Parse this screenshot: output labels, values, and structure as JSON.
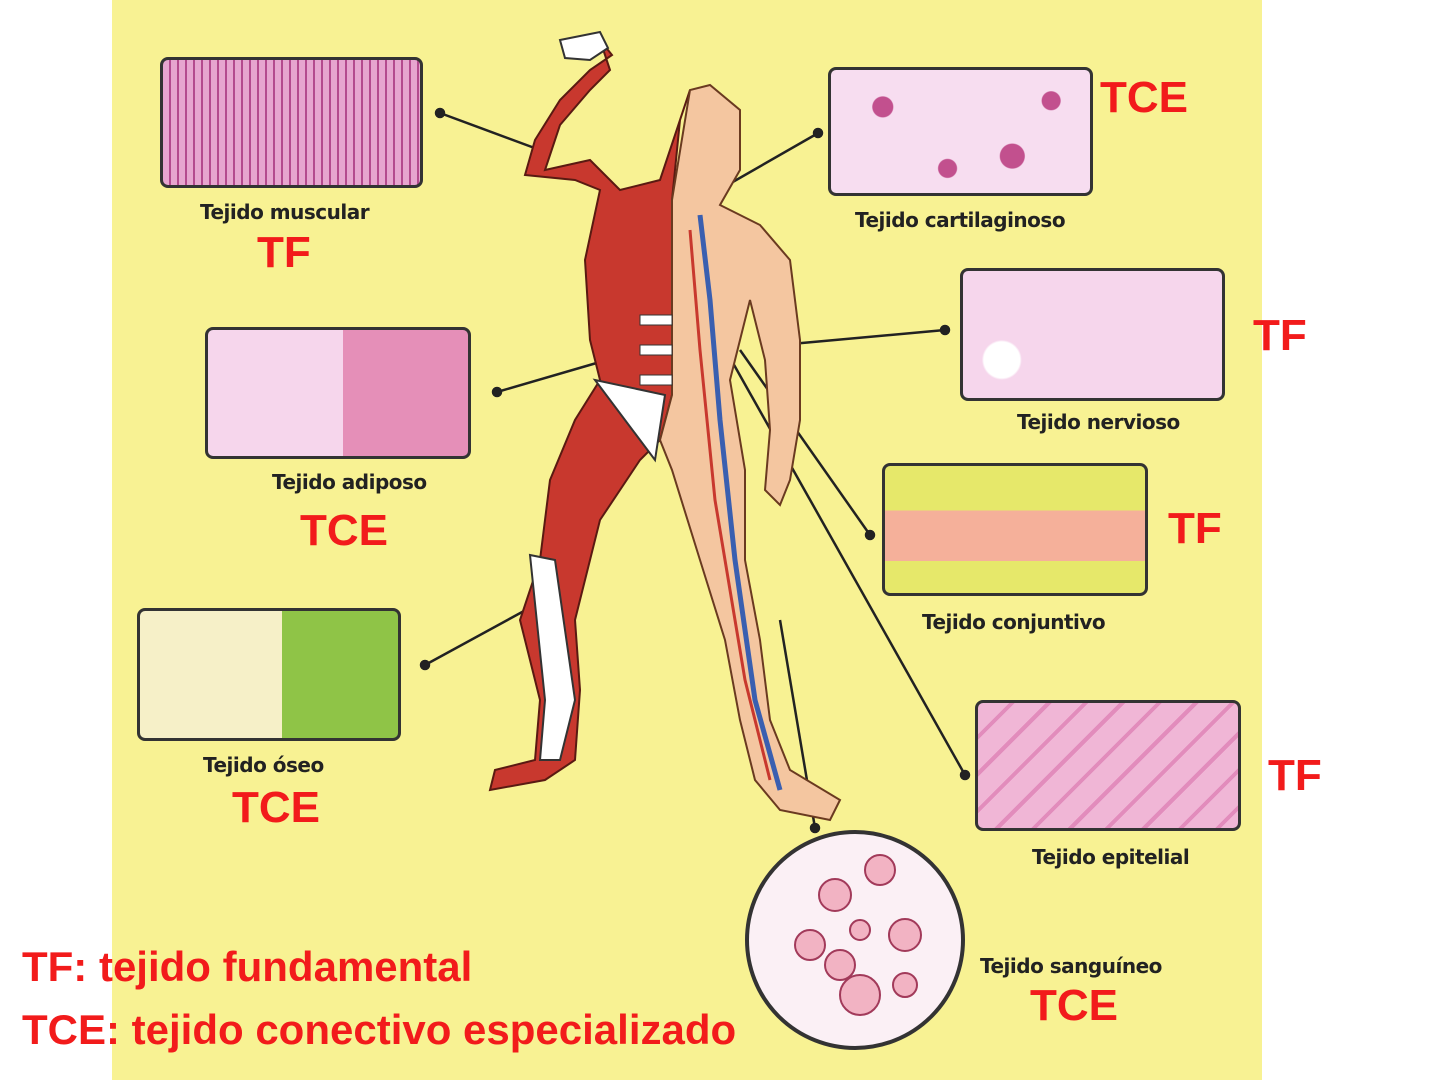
{
  "tissues": [
    {
      "caption": "Tejido muscular",
      "tag": "TF"
    },
    {
      "caption": "Tejido cartilaginoso",
      "tag": "TCE"
    },
    {
      "caption": "Tejido nervioso",
      "tag": "TF"
    },
    {
      "caption": "Tejido adiposo",
      "tag": "TCE"
    },
    {
      "caption": "Tejido conjuntivo",
      "tag": "TF"
    },
    {
      "caption": "Tejido óseo",
      "tag": "TCE"
    },
    {
      "caption": "Tejido epitelial",
      "tag": "TF"
    },
    {
      "caption": "Tejido sanguíneo",
      "tag": "TCE"
    }
  ],
  "legend": {
    "tf": "TF: tejido fundamental",
    "tce": "TCE: tejido conectivo especializado"
  },
  "colors": {
    "background": "#f8f293",
    "tag": "#f21b1b",
    "muscle": "#c8382e",
    "skin": "#f4c6a0",
    "panel": "#f6d6ec"
  }
}
